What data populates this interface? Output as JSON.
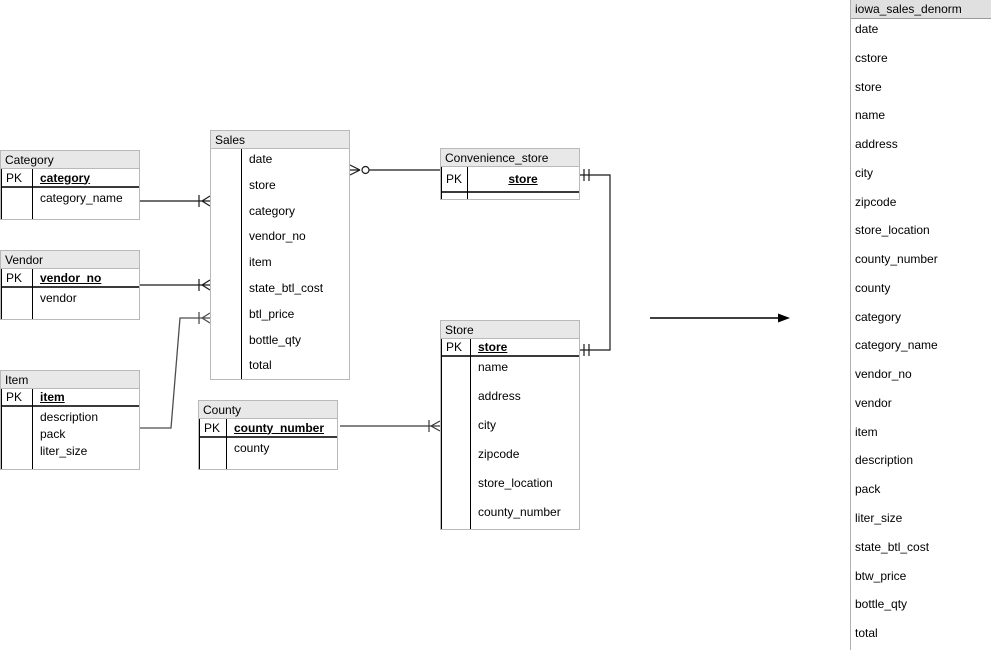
{
  "ui": {
    "pk_label": "PK"
  },
  "colors": {
    "header_bg": "#e8e8e8",
    "panel_header_bg": "#e0e0e0",
    "box_border": "#b9b9b9",
    "connector_line": "#1a1a1a",
    "connector_line_alt": "#4d4d4d"
  },
  "entities": [
    {
      "id": "category",
      "title": "Category",
      "pk": "category",
      "fields": [
        "category_name"
      ]
    },
    {
      "id": "vendor",
      "title": "Vendor",
      "pk": "vendor_no",
      "fields": [
        "vendor"
      ]
    },
    {
      "id": "item",
      "title": "Item",
      "pk": "item",
      "fields": [
        "description",
        "pack",
        "liter_size"
      ]
    },
    {
      "id": "sales",
      "title": "Sales",
      "pk": null,
      "fields": [
        "date",
        "store",
        "category",
        "vendor_no",
        "item",
        "state_btl_cost",
        "btl_price",
        "bottle_qty",
        "total"
      ]
    },
    {
      "id": "convenience-store",
      "title": "Convenience_store",
      "pk": "store",
      "fields": []
    },
    {
      "id": "store",
      "title": "Store",
      "pk": "store",
      "fields": [
        "name",
        "address",
        "city",
        "zipcode",
        "store_location",
        "county_number"
      ]
    },
    {
      "id": "county",
      "title": "County",
      "pk": "county_number",
      "fields": [
        "county"
      ]
    }
  ],
  "relationships": [
    {
      "from": "Category",
      "to": "Sales",
      "from_end": "plain",
      "to_end": "one-many"
    },
    {
      "from": "Vendor",
      "to": "Sales",
      "from_end": "plain",
      "to_end": "one-many"
    },
    {
      "from": "Item",
      "to": "Sales",
      "from_end": "plain",
      "to_end": "one-many"
    },
    {
      "from": "Sales",
      "to": "Convenience_store",
      "from_end": "zero-many",
      "to_end": "plain"
    },
    {
      "from": "Convenience_store",
      "to": "Store",
      "from_end": "one-one",
      "to_end": "one-one"
    },
    {
      "from": "County",
      "to": "Store",
      "from_end": "plain",
      "to_end": "one-many"
    },
    {
      "from": "diagram",
      "to": "iowa_sales_denorm",
      "type": "arrow"
    }
  ],
  "denorm_panel": {
    "title": "iowa_sales_denorm",
    "fields": [
      "date",
      "cstore",
      "store",
      "name",
      "address",
      "city",
      "zipcode",
      "store_location",
      "county_number",
      "county",
      "category",
      "category_name",
      "vendor_no",
      "vendor",
      "item",
      "description",
      "pack",
      "liter_size",
      "state_btl_cost",
      "btw_price",
      "bottle_qty",
      "total"
    ]
  }
}
